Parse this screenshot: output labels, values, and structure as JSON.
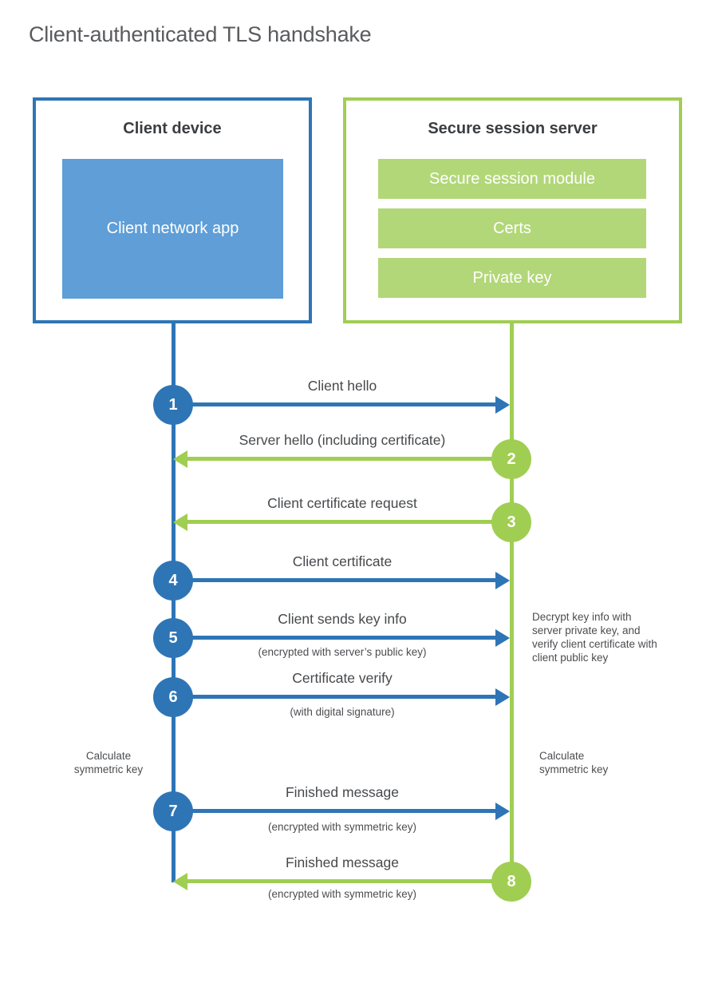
{
  "title": "Client-authenticated TLS handshake",
  "client": {
    "title": "Client device",
    "app_label": "Client network app"
  },
  "server": {
    "title": "Secure session server",
    "modules": [
      "Secure session module",
      "Certs",
      "Private key"
    ]
  },
  "steps": [
    {
      "num": "1",
      "actor": "client",
      "label": "Client hello",
      "sublabel": ""
    },
    {
      "num": "2",
      "actor": "server",
      "label": "Server hello (including certificate)",
      "sublabel": ""
    },
    {
      "num": "3",
      "actor": "server",
      "label": "Client certificate request",
      "sublabel": ""
    },
    {
      "num": "4",
      "actor": "client",
      "label": "Client certificate",
      "sublabel": ""
    },
    {
      "num": "5",
      "actor": "client",
      "label": "Client sends key info",
      "sublabel": "(encrypted with server’s public key)"
    },
    {
      "num": "6",
      "actor": "client",
      "label": "Certificate verify",
      "sublabel": "(with digital signature)"
    },
    {
      "num": "7",
      "actor": "client",
      "label": "Finished message",
      "sublabel": "(encrypted with symmetric key)"
    },
    {
      "num": "8",
      "actor": "server",
      "label": "Finished message",
      "sublabel": "(encrypted with symmetric key)"
    }
  ],
  "notes": {
    "decrypt": "Decrypt key info with server private key, and verify client certificate with client public key",
    "calculate_left": "Calculate symmetric key",
    "calculate_right": "Calculate symmetric key"
  },
  "colors": {
    "blue_main": "#2e75b6",
    "blue_fill": "#5f9ed7",
    "green_main": "#a0ce52",
    "green_fill": "#b2d778"
  }
}
